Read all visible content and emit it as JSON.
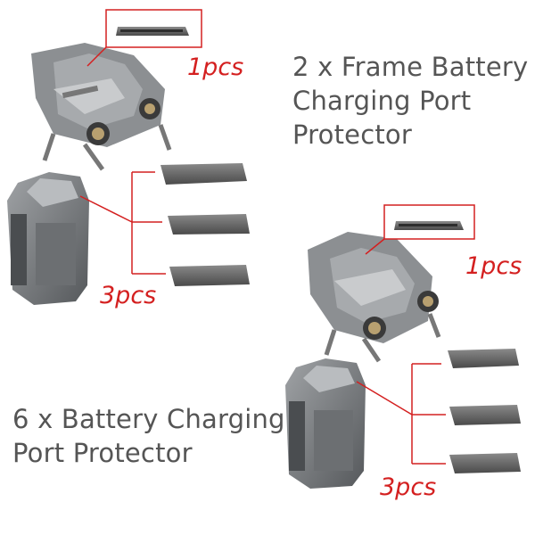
{
  "captions": {
    "frame_protector": [
      "2 x Frame Battery",
      "Charging Port",
      "Protector"
    ],
    "battery_protector": [
      "6 x Battery Charging",
      "Port Protector"
    ]
  },
  "quantities": {
    "top_frame": "1pcs",
    "bottom_frame": "1pcs",
    "top_battery": "3pcs",
    "bottom_battery": "3pcs"
  },
  "colors": {
    "text": "#555555",
    "accent": "#d42020",
    "product": "#6a6a6a"
  }
}
